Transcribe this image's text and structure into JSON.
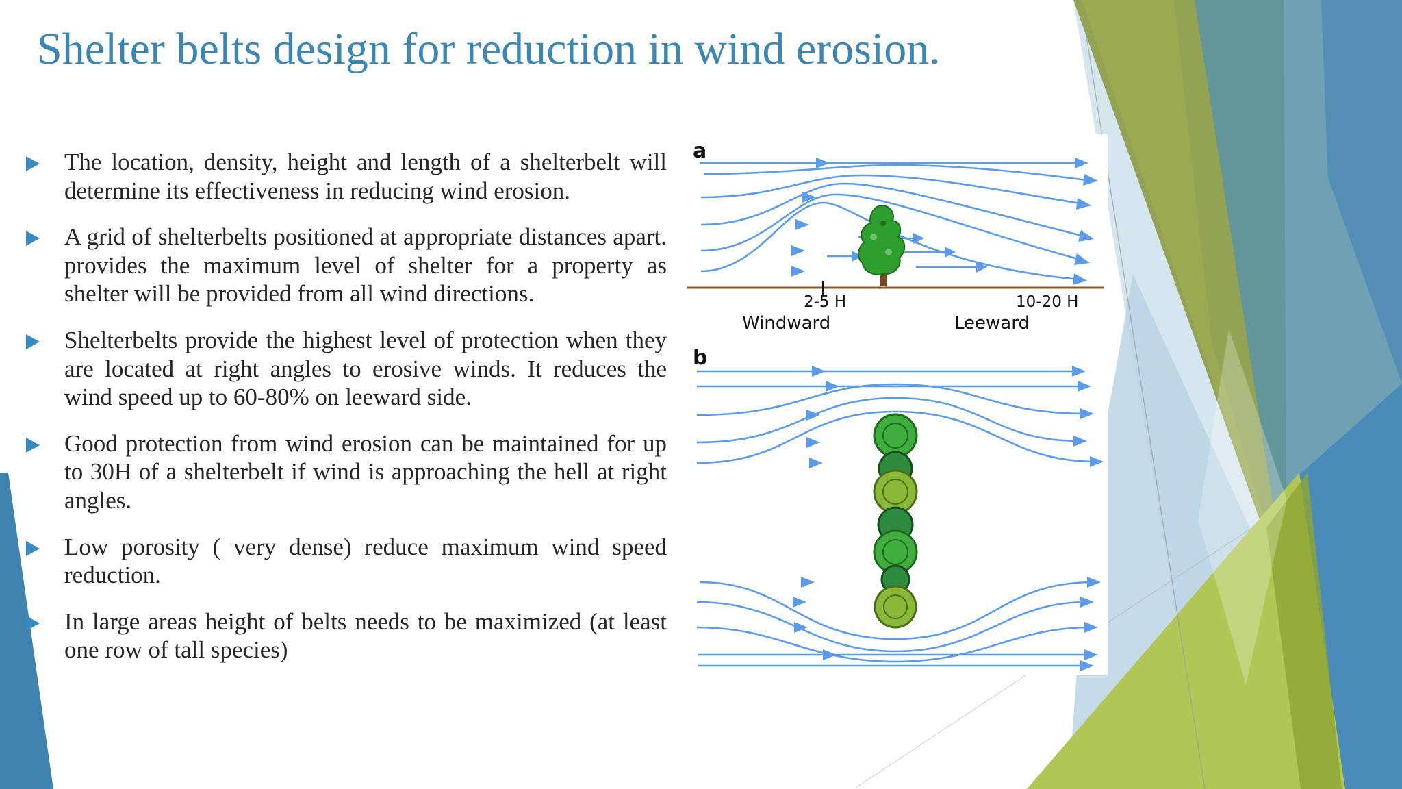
{
  "slide": {
    "title": "Shelter belts design for reduction in wind erosion.",
    "bullets": [
      "The location, density, height and length of a shelterbelt will determine its effectiveness in reducing wind erosion.",
      "A grid of shelterbelts positioned at appropriate distances apart. provides the maximum level of shelter for a property as shelter will be provided from all wind directions.",
      "Shelterbelts provide the highest level of protection when they are located at right angles to erosive winds. It reduces the wind speed up to 60-80% on leeward side.",
      "Good protection from wind erosion can be maintained for up to 30H of a shelterbelt if wind is approaching the hell at right angles.",
      "Low porosity ( very dense) reduce maximum wind speed reduction.",
      "In large areas height of belts needs to be maximized (at least one row of tall species)"
    ]
  },
  "diagram": {
    "panel_a_label": "a",
    "panel_b_label": "b",
    "windward_distance": "2-5 H",
    "leeward_distance": "10-20 H",
    "windward_label": "Windward",
    "leeward_label": "Leeward"
  },
  "colors": {
    "title": "#3b87b4",
    "bullet_marker": "#3a8ac2",
    "flow_lines": "#5b9bea",
    "ground": "#8b5a2b",
    "tree": "#2e9e2e"
  }
}
